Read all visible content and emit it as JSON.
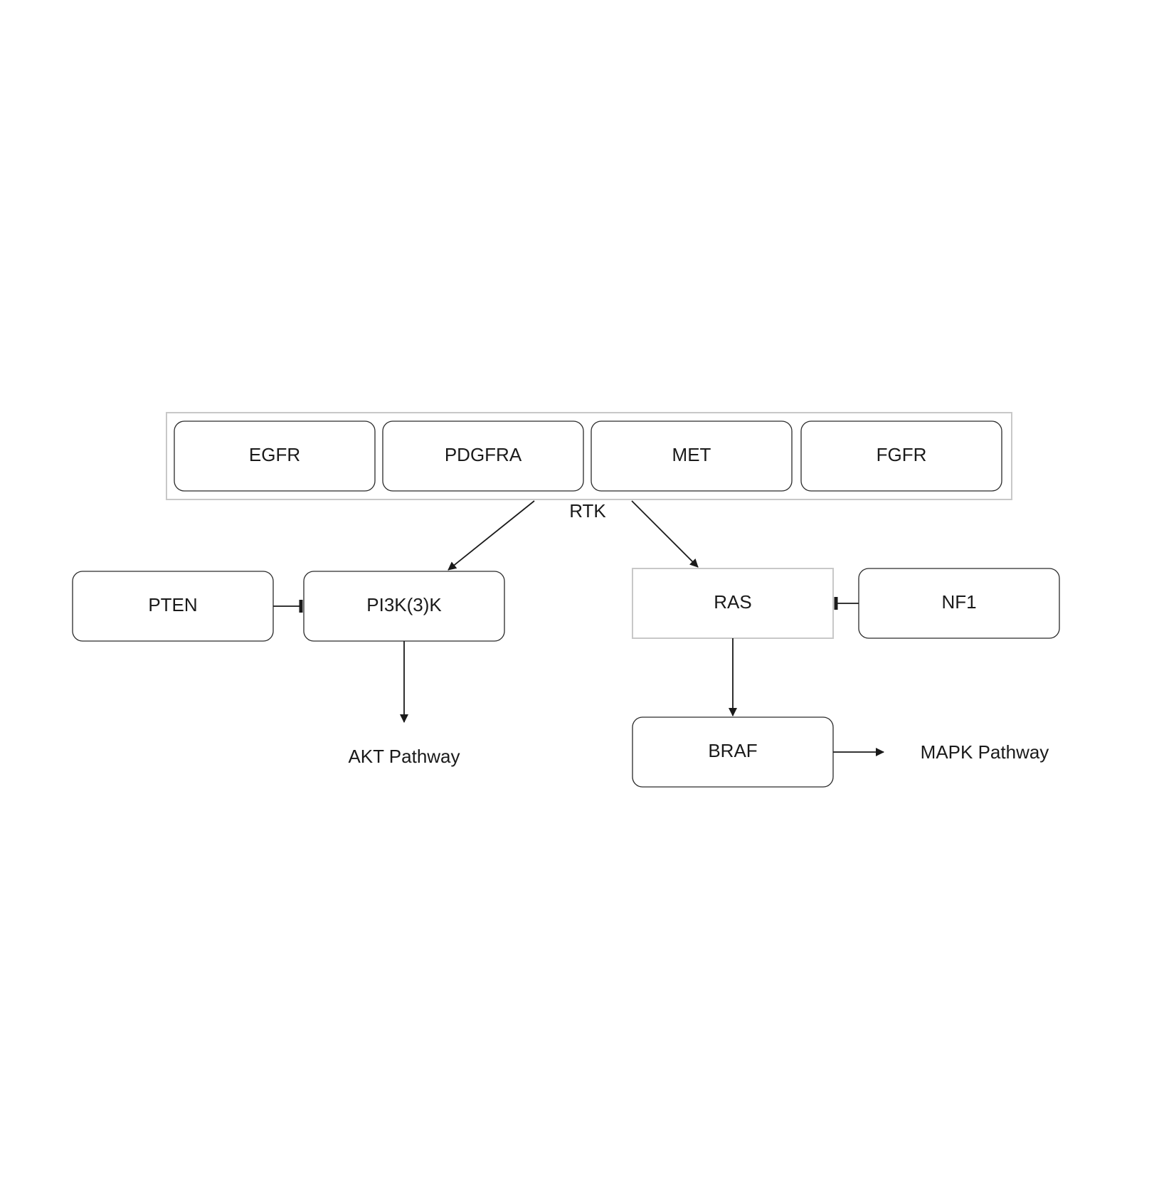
{
  "diagram": {
    "group": {
      "label": "RTK",
      "members": [
        "EGFR",
        "PDGFRA",
        "MET",
        "FGFR"
      ]
    },
    "nodes": {
      "pten": "PTEN",
      "pi3k": "PI3K(3)K",
      "ras": "RAS",
      "nf1": "NF1",
      "braf": "BRAF"
    },
    "outputs": {
      "akt": "AKT Pathway",
      "mapk": "MAPK Pathway"
    },
    "edges": [
      {
        "from": "RTK",
        "to": "PI3K(3)K",
        "type": "activation"
      },
      {
        "from": "RTK",
        "to": "RAS",
        "type": "activation"
      },
      {
        "from": "PTEN",
        "to": "PI3K(3)K",
        "type": "inhibition"
      },
      {
        "from": "NF1",
        "to": "RAS",
        "type": "inhibition"
      },
      {
        "from": "PI3K(3)K",
        "to": "AKT Pathway",
        "type": "activation"
      },
      {
        "from": "RAS",
        "to": "BRAF",
        "type": "activation"
      },
      {
        "from": "BRAF",
        "to": "MAPK Pathway",
        "type": "activation"
      }
    ]
  }
}
